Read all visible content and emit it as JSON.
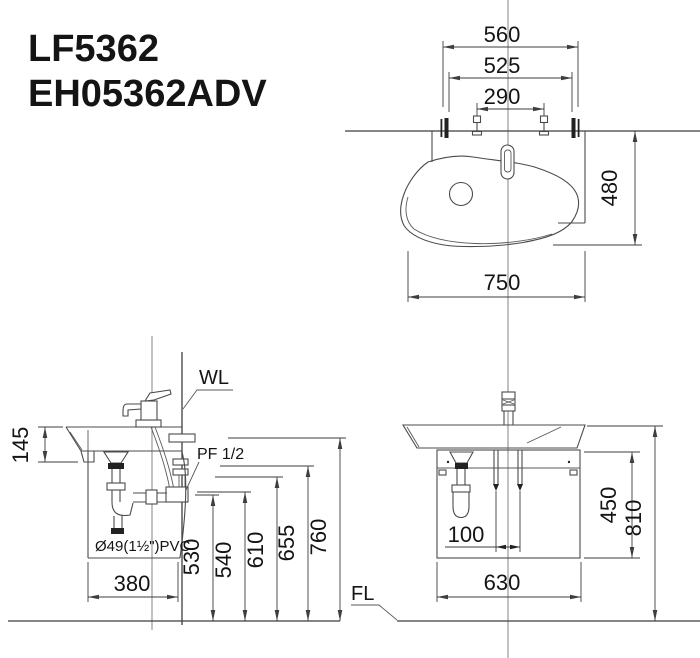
{
  "title": {
    "model_line1": "LF5362",
    "model_line2": "EH05362ADV"
  },
  "annotations": {
    "water_line": "WL",
    "supply_fitting": "PF 1/2",
    "drain_pipe_spec": "Ø49(1½\")PVC",
    "floor_line": "FL"
  },
  "top_view": {
    "dim_bolt_span": "560",
    "dim_inner_span": "525",
    "dim_faucet_span": "290",
    "dim_depth": "480",
    "dim_width": "750"
  },
  "side_view": {
    "dim_basin_height": "145",
    "dim_cabinet_depth": "380",
    "dim_height_drain_low": "530",
    "dim_height_drain_high": "540",
    "dim_height_supply_low": "610",
    "dim_height_supply_high": "655",
    "dim_height_water_line": "760"
  },
  "front_view": {
    "dim_supply_spacing": "100",
    "dim_cabinet_height": "450",
    "dim_rim_height": "810",
    "dim_cabinet_width": "630"
  }
}
